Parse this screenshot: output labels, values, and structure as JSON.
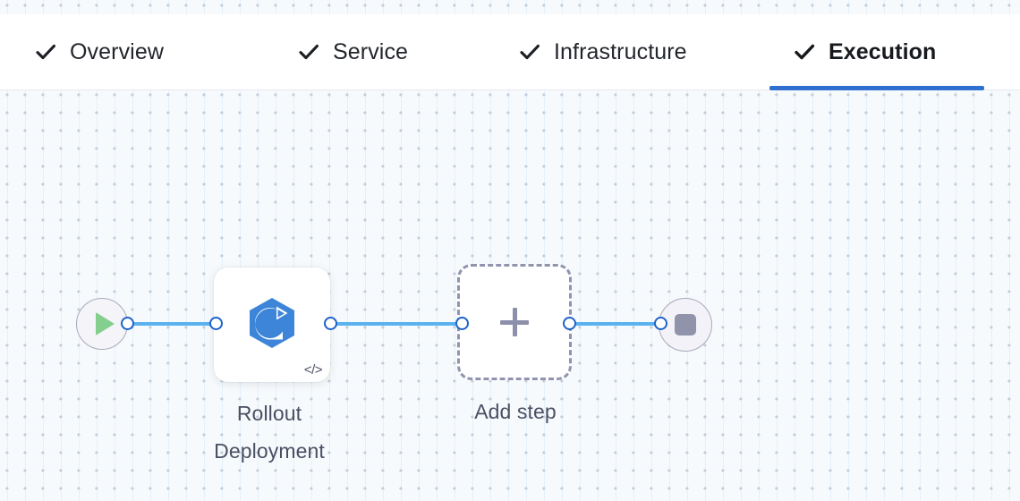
{
  "tabs": [
    {
      "id": "overview",
      "label": "Overview",
      "icon": "check-icon",
      "completed": true,
      "active": false
    },
    {
      "id": "service",
      "label": "Service",
      "icon": "check-icon",
      "completed": true,
      "active": false
    },
    {
      "id": "infrastructure",
      "label": "Infrastructure",
      "icon": "check-icon",
      "completed": true,
      "active": false
    },
    {
      "id": "execution",
      "label": "Execution",
      "icon": "check-icon",
      "completed": true,
      "active": true
    }
  ],
  "colors": {
    "active_tab_underline": "#2f6fd0",
    "edge_line": "#5ab2ef",
    "handle_border": "#1f63c8",
    "step_icon": "#3d85d8",
    "start_play": "#84cf8e",
    "end_stop": "#9193ab",
    "node_outline": "#a9a9bd",
    "dashed_border": "#9094ae",
    "label_text": "#4a4f63",
    "canvas_bg": "#f7fafc",
    "grid_dot": "#c2c8d4"
  },
  "pipeline": {
    "start_node": {
      "name": "start-node",
      "icon": "play-icon"
    },
    "end_node": {
      "name": "end-node",
      "icon": "stop-icon"
    },
    "steps": [
      {
        "id": "rollout-deployment",
        "label_line1": "Rollout",
        "label_line2": "Deployment",
        "icon": "rollout-deployment-icon",
        "badge": "</>",
        "badge_name": "code-badge-icon"
      }
    ],
    "add_step": {
      "label": "Add step",
      "icon": "plus-icon"
    }
  }
}
